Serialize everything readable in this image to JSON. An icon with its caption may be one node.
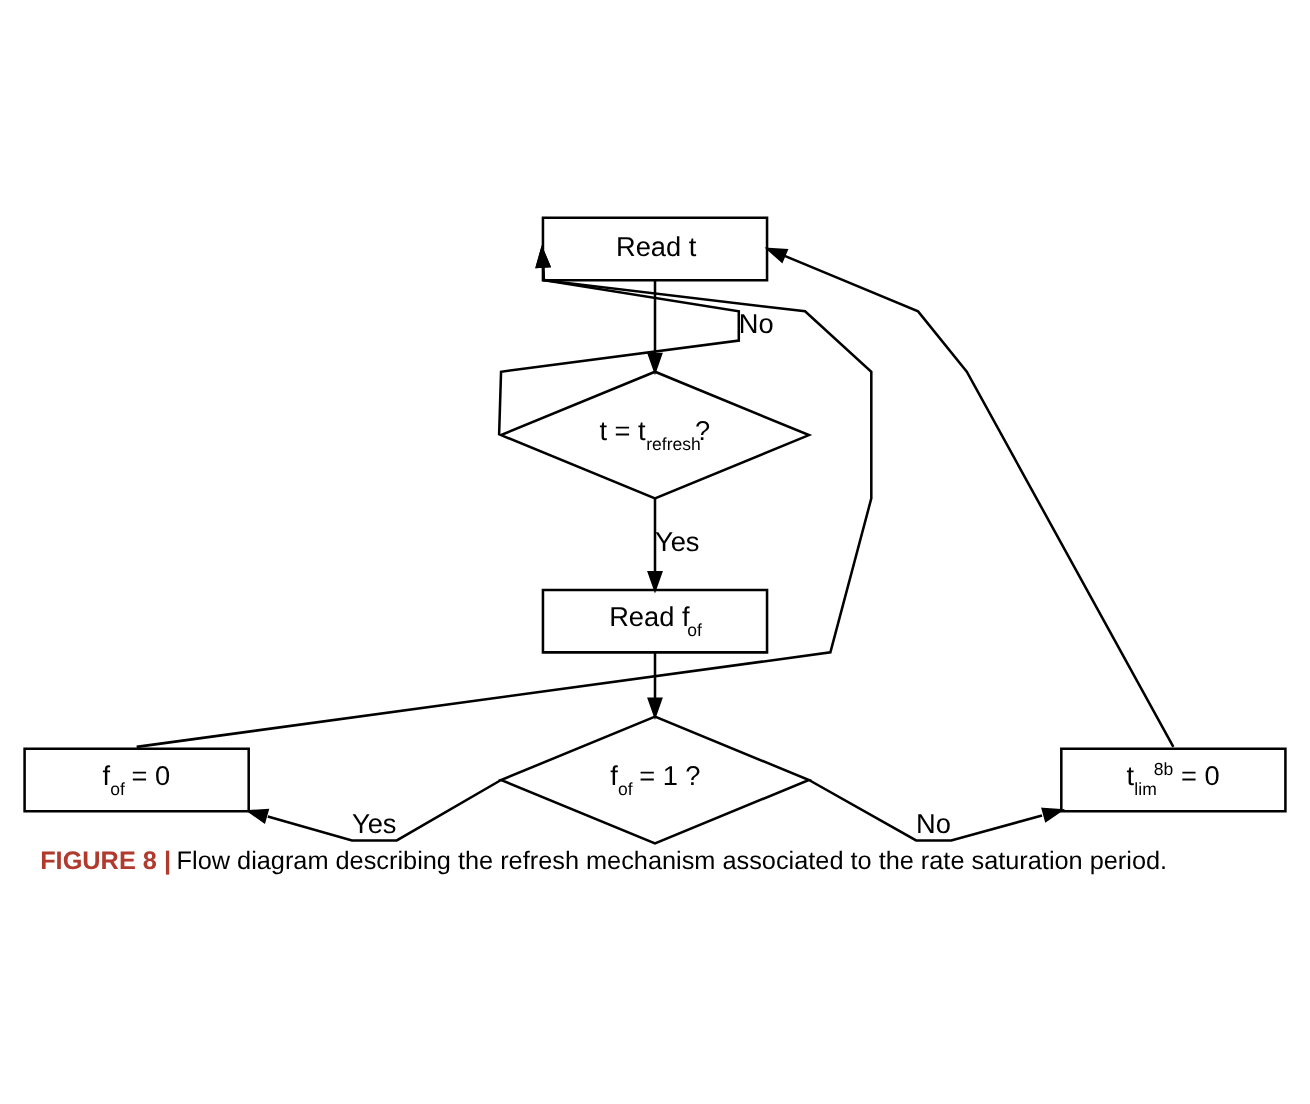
{
  "diagram": {
    "caption": "**FIGURE 8 |** Flow diagram describing the refresh mechanism associated to the rate saturation period.",
    "nodes": [
      {
        "text": [
          "Read t"
        ]
      },
      {
        "text": [
          "t = t$_{refresh}$?"
        ]
      },
      {
        "text": [
          "Read f$_{of}$"
        ]
      },
      {
        "text": [
          "f$_{of}$ = 1 ?"
        ]
      },
      {
        "text": [
          "f$_{of}$ = 0"
        ]
      },
      {
        "text": [
          "t$_{lim}$$^{8b}$ = 0"
        ]
      }
    ],
    "edges": [
      {
        "from": 0,
        "to": 1,
        "arrow": "to"
      },
      {
        "from": 1,
        "to": 0,
        "arrow": "to",
        "label": "No"
      },
      {
        "from": 1,
        "to": 2,
        "arrow": "to",
        "label": "Yes"
      },
      {
        "from": 2,
        "to": 3,
        "arrow": "to"
      },
      {
        "from": 3,
        "to": 4,
        "arrow": "to",
        "label": "Yes"
      },
      {
        "from": 3,
        "to": 5,
        "arrow": "to",
        "label": "No"
      },
      {
        "from": 4,
        "to": 0,
        "arrow": "to"
      },
      {
        "from": 5,
        "to": 0,
        "arrow": "to"
      }
    ]
  }
}
